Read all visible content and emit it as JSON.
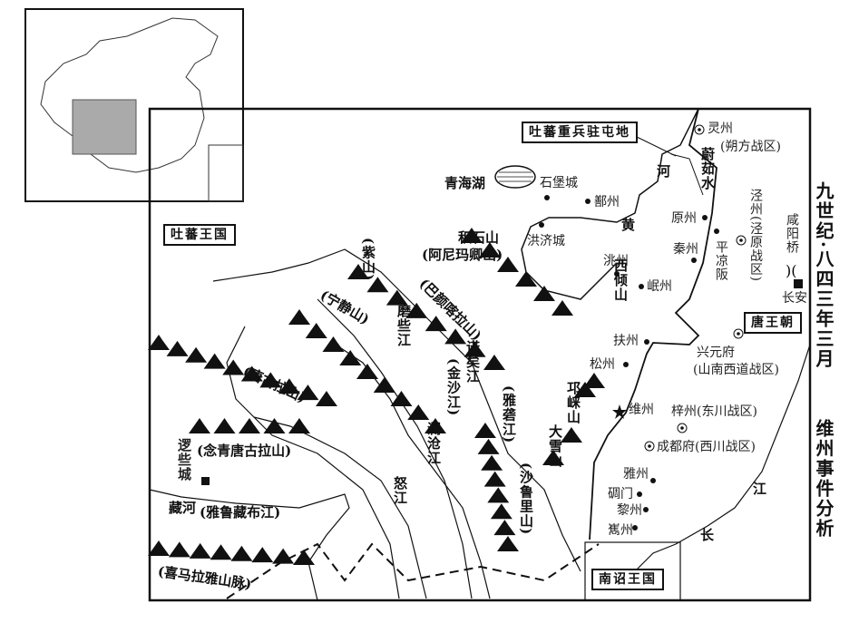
{
  "title": {
    "line1": "九世纪·八四三年三月",
    "line2": "维州事件分析"
  },
  "boxes": {
    "tibet_garrison": "吐蕃重兵驻屯地",
    "tibet_kingdom": "吐蕃王国",
    "tang_dynasty": "唐王朝",
    "nanzhao_kingdom": "南诏王国"
  },
  "places": {
    "lingzhou": "灵州",
    "shuofang": "(朔方战区)",
    "shibao": "石堡城",
    "shanzhou": "鄯州",
    "yuanzhou": "原州",
    "hongji": "洪济城",
    "pingliang": "平凉阪",
    "jingzhou": "泾州(泾原战区)",
    "xianyang_bridge": "咸阳桥",
    "changan": "长安",
    "qinzhou": "秦州",
    "taozhou": "洮州",
    "minzhou": "岷州",
    "xingyuan": "兴元府",
    "shannan": "(山南西道战区)",
    "fuzhou": "扶州",
    "songzhou": "松州",
    "weizhou": "维州",
    "zizhou": "梓州(东川战区)",
    "chengdu": "成都府(西川战区)",
    "yazhou": "雅州",
    "diaomen": "碉门",
    "lizhou": "黎州",
    "xizhou": "嶲州",
    "luoxie": "逻些城"
  },
  "water": {
    "qinghai_lake": "青海湖",
    "he": "河",
    "weiru": "蔚茹水",
    "huang": "黄",
    "moxie": "磨些江",
    "jinsha": "(金沙江)",
    "nuoyi": "诺矣江",
    "yalong": "(雅砻江)",
    "lancang": "澜沧江",
    "nu": "怒江",
    "zang": "藏河",
    "yarlung": "(雅鲁藏布江)",
    "chang": "长",
    "jiang": "江"
  },
  "mountains": {
    "jishi": "积石山",
    "animaqing": "(阿尼玛卿山)",
    "zi": "(紫山)",
    "bayan": "(巴颜喀拉山)",
    "xiqing": "西倾山",
    "ningjing": "(宁静山)",
    "tanggula": "(唐古拉山)",
    "nyenchen": "(念青唐古拉山)",
    "qionglai": "邛崃山",
    "daxue": "大雪山",
    "shaluli": "(沙鲁里山)",
    "himalaya": "(喜马拉雅山脉)"
  }
}
